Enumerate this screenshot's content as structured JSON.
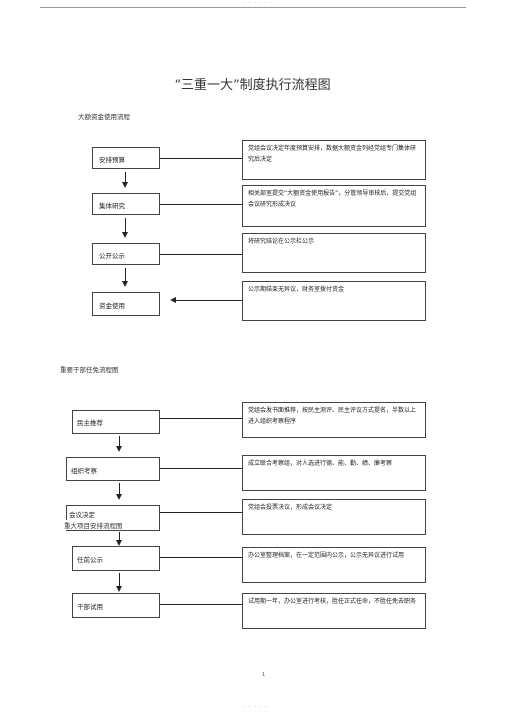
{
  "header": {
    "dots": "· · · · · ·"
  },
  "title": "“三重一大”制度执行流程图",
  "section1": {
    "heading": "大额资金使用流程",
    "steps": [
      {
        "label": "安排预算",
        "desc": "党组会议决定年度预算安排，数据大额资金列经党组专门集体研究后决定"
      },
      {
        "label": "集体研究",
        "desc": "相关部室提交“大额资金使用报告”，分管领导审核后，提交党组会议研究形成决议"
      },
      {
        "label": "公开公示",
        "desc": "将研究结论在公示栏公示"
      },
      {
        "label": "资金使用",
        "desc": "公示期结束无异议，财务室拨付资金"
      }
    ]
  },
  "section2": {
    "heading": "重要干部任免流程图",
    "overlap_heading": "重大项目安排流程图",
    "steps": [
      {
        "label": "民主推荐",
        "desc": "党组会发书面推荐，按民主测评、民主评议方式提名，半数以上进入组织考察程序"
      },
      {
        "label": "组织考察",
        "desc": "成立联合考察组，对人选进行德、能、勤、绩、廉考察"
      },
      {
        "label": "会议决定",
        "desc": "党组会投票决议，形成会议决定"
      },
      {
        "label": "任前公示",
        "desc": "办公室整理档案，在一定范围内公示，公示无异议进行试用"
      },
      {
        "label": "干部试用",
        "desc": "试用期一年，办公室进行考核，胜任正式任命，不胜任免去职务"
      }
    ]
  },
  "footer": {
    "page_number": "1",
    "dots": "· · · · ·"
  }
}
